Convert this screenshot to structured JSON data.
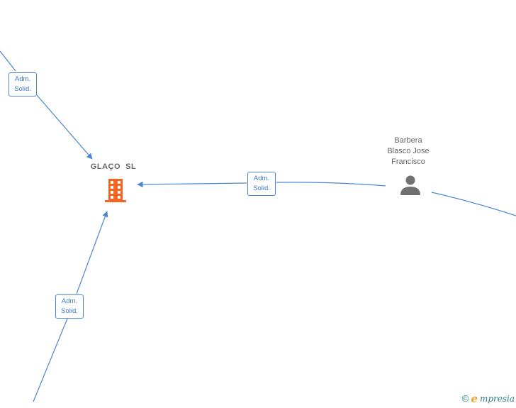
{
  "nodes": {
    "company": {
      "name": "GLAÇO  SL",
      "icon": "building-icon",
      "color": "#f26522"
    },
    "person": {
      "name_lines": [
        "Barbera",
        "Blasco Jose",
        "Francisco"
      ],
      "icon": "person-icon",
      "color": "#707070"
    }
  },
  "edges": [
    {
      "id": "edge-top-left",
      "label_lines": [
        "Adm.",
        "Solid."
      ]
    },
    {
      "id": "edge-person",
      "label_lines": [
        "Adm.",
        "Solid."
      ]
    },
    {
      "id": "edge-bottom-left",
      "label_lines": [
        "Adm.",
        "Solid."
      ]
    }
  ],
  "brand": {
    "copyright_symbol": "©",
    "first_letter": "e",
    "rest": "mpresia"
  },
  "colors": {
    "edge": "#4a86d4",
    "label_text": "#3d78c4",
    "node_text": "#666666"
  }
}
